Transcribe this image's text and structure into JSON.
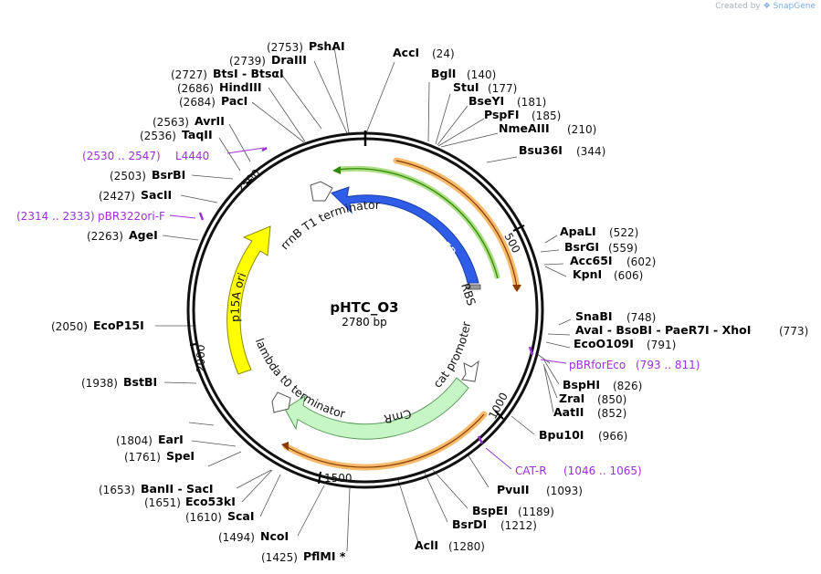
{
  "credit": {
    "prefix": "Created by",
    "brand": "SnapGene",
    "icon": "snapgene-logo-icon"
  },
  "plasmid": {
    "name": "pHTC_O3",
    "length_label": "2780 bp",
    "length": 2780
  },
  "ticks": [
    "500",
    "1000",
    "1500",
    "2000",
    "2500"
  ],
  "sites": [
    {
      "pos": "(24)",
      "name": "AccI"
    },
    {
      "pos": "(140)",
      "name": "BglI"
    },
    {
      "pos": "(177)",
      "name": "StuI"
    },
    {
      "pos": "(181)",
      "name": "BseYI"
    },
    {
      "pos": "(185)",
      "name": "PspFI"
    },
    {
      "pos": "(210)",
      "name": "NmeAIII"
    },
    {
      "pos": "(344)",
      "name": "Bsu36I"
    },
    {
      "pos": "(522)",
      "name": "ApaLI"
    },
    {
      "pos": "(559)",
      "name": "BsrGI"
    },
    {
      "pos": "(602)",
      "name": "Acc65I"
    },
    {
      "pos": "(606)",
      "name": "KpnI"
    },
    {
      "pos": "(748)",
      "name": "SnaBI"
    },
    {
      "pos": "(773)",
      "name": "AvaI - BsoBI - PaeR7I - XhoI"
    },
    {
      "pos": "(791)",
      "name": "EcoO109I"
    },
    {
      "pos": "(826)",
      "name": "BspHI"
    },
    {
      "pos": "(850)",
      "name": "ZraI"
    },
    {
      "pos": "(852)",
      "name": "AatII"
    },
    {
      "pos": "(966)",
      "name": "Bpu10I"
    },
    {
      "pos": "(1093)",
      "name": "PvuII"
    },
    {
      "pos": "(1189)",
      "name": "BspEI"
    },
    {
      "pos": "(1212)",
      "name": "BsrDI"
    },
    {
      "pos": "(1280)",
      "name": "AclI"
    },
    {
      "pos": "(1425)",
      "name": "PflMI *"
    },
    {
      "pos": "(1494)",
      "name": "NcoI"
    },
    {
      "pos": "(1610)",
      "name": "ScaI"
    },
    {
      "pos": "(1651)",
      "name": "Eco53kI"
    },
    {
      "pos": "(1653)",
      "name": "BanII - SacI"
    },
    {
      "pos": "(1761)",
      "name": "SpeI"
    },
    {
      "pos": "(1804)",
      "name": "EarI"
    },
    {
      "pos": "(1938)",
      "name": "BstBI"
    },
    {
      "pos": "(2050)",
      "name": "EcoP15I"
    },
    {
      "pos": "(2263)",
      "name": "AgeI"
    },
    {
      "pos": "(2427)",
      "name": "SacII"
    },
    {
      "pos": "(2503)",
      "name": "BsrBI"
    },
    {
      "pos": "(2536)",
      "name": "TaqII"
    },
    {
      "pos": "(2563)",
      "name": "AvrII"
    },
    {
      "pos": "(2684)",
      "name": "PacI"
    },
    {
      "pos": "(2686)",
      "name": "HindIII"
    },
    {
      "pos": "(2727)",
      "name": "BtsI - BtsαI"
    },
    {
      "pos": "(2739)",
      "name": "DraIII"
    },
    {
      "pos": "(2753)",
      "name": "PshAI"
    }
  ],
  "primers": [
    {
      "name": "L4440",
      "range": "(2530 .. 2547)"
    },
    {
      "name": "pBR322ori-F",
      "range": "(2314 .. 2333)"
    },
    {
      "name": "pBRforEco",
      "range": "(793 .. 811)"
    },
    {
      "name": "CAT-R",
      "range": "(1046 .. 1065)"
    }
  ],
  "features": {
    "tagbfp": "TagBFP",
    "rbs": "RBS",
    "cat_promoter": "cat promoter",
    "cmr": "CmR",
    "lambda_term": "lambda t0 terminator",
    "p15a": "p15A ori",
    "rrnb_term": "rrnB T1 terminator"
  },
  "colors": {
    "tagbfp": "#2f5de8",
    "cmr": "#c6f5c6",
    "p15a": "#ffff00",
    "orf_orange": "#f2a33a",
    "green_line": "#2e8b00",
    "primer": "#9b30d9"
  }
}
